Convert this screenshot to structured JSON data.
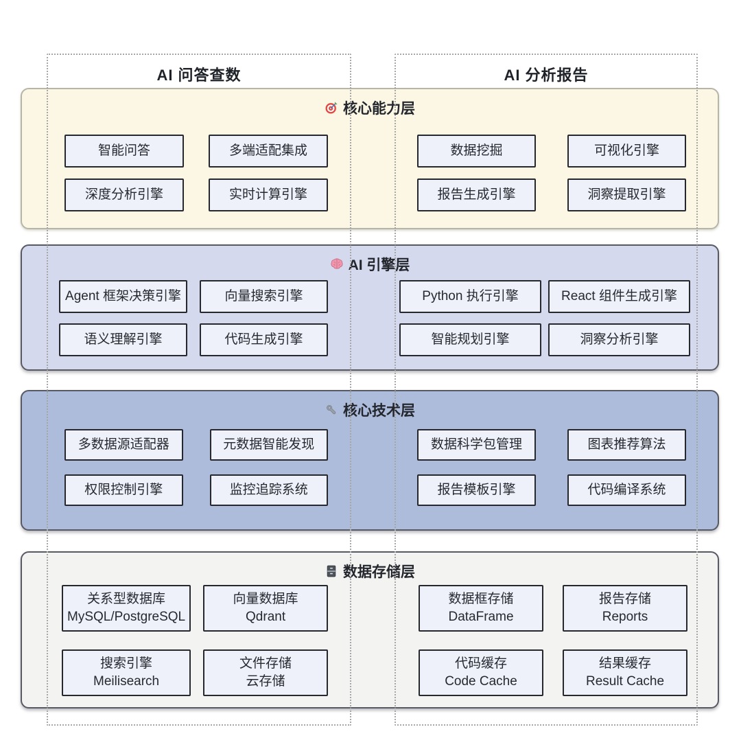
{
  "palette": {
    "page_background": "#ffffff",
    "node_fill": "#eef1f9",
    "node_border": "#26282e",
    "dashed_column_border": "#a6a6a6",
    "text": "#23262c"
  },
  "columns": [
    {
      "title": "AI 问答查数"
    },
    {
      "title": "AI 分析报告"
    }
  ],
  "layers": [
    {
      "title": "核心能力层",
      "icon": "target-icon",
      "colors": {
        "fill": "#fcf7e5",
        "border": "#b7b5a7"
      },
      "left": [
        {
          "label": "智能问答"
        },
        {
          "label": "多端适配集成"
        },
        {
          "label": "深度分析引擎"
        },
        {
          "label": "实时计算引擎"
        }
      ],
      "right": [
        {
          "label": "数据挖掘"
        },
        {
          "label": "可视化引擎"
        },
        {
          "label": "报告生成引擎"
        },
        {
          "label": "洞察提取引擎"
        }
      ]
    },
    {
      "title": "AI 引擎层",
      "icon": "brain-icon",
      "colors": {
        "fill": "#d4d9ee",
        "border": "#575a63"
      },
      "left": [
        {
          "label": "Agent 框架决策引擎"
        },
        {
          "label": "向量搜索引擎"
        },
        {
          "label": "语义理解引擎"
        },
        {
          "label": "代码生成引擎"
        }
      ],
      "right": [
        {
          "label": "Python 执行引擎"
        },
        {
          "label": "React 组件生成引擎"
        },
        {
          "label": "智能规划引擎"
        },
        {
          "label": "洞察分析引擎"
        }
      ]
    },
    {
      "title": "核心技术层",
      "icon": "wrench-icon",
      "colors": {
        "fill": "#aebcdc",
        "border": "#575a63"
      },
      "left": [
        {
          "label": "多数据源适配器"
        },
        {
          "label": "元数据智能发现"
        },
        {
          "label": "权限控制引擎"
        },
        {
          "label": "监控追踪系统"
        }
      ],
      "right": [
        {
          "label": "数据科学包管理"
        },
        {
          "label": "图表推荐算法"
        },
        {
          "label": "报告模板引擎"
        },
        {
          "label": "代码编译系统"
        }
      ]
    },
    {
      "title": "数据存储层",
      "icon": "file-cabinet-icon",
      "colors": {
        "fill": "#f3f3f1",
        "border": "#575a63"
      },
      "left": [
        {
          "label": "关系型数据库",
          "sublabel": "MySQL/PostgreSQL"
        },
        {
          "label": "向量数据库",
          "sublabel": "Qdrant"
        },
        {
          "label": "搜索引擎",
          "sublabel": "Meilisearch"
        },
        {
          "label": "文件存储",
          "sublabel": "云存储"
        }
      ],
      "right": [
        {
          "label": "数据框存储",
          "sublabel": "DataFrame"
        },
        {
          "label": "报告存储",
          "sublabel": "Reports"
        },
        {
          "label": "代码缓存",
          "sublabel": "Code Cache"
        },
        {
          "label": "结果缓存",
          "sublabel": "Result Cache"
        }
      ]
    }
  ]
}
